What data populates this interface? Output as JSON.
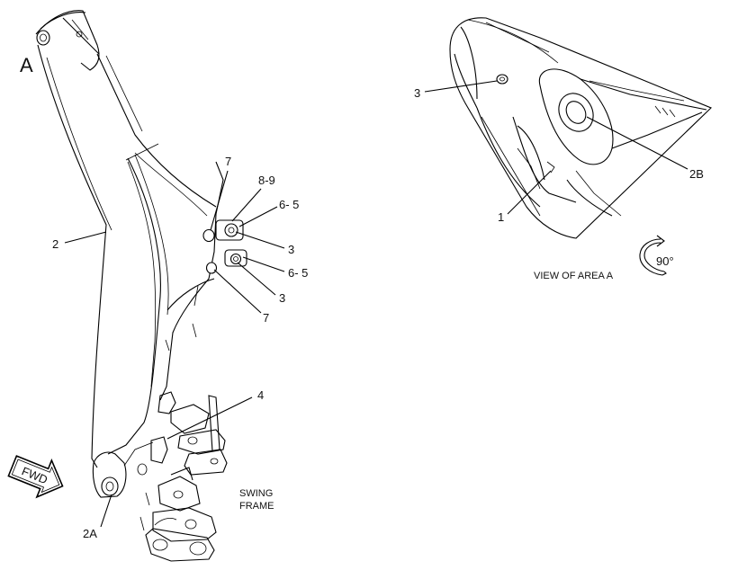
{
  "diagram": {
    "view_label": "A",
    "callouts": {
      "c_2": "2",
      "c_2a": "2A",
      "c_7_top": "7",
      "c_8_9": "8-9",
      "c_6_5_top": "6- 5",
      "c_3_top": "3",
      "c_6_5_bottom": "6- 5",
      "c_3_bottom": "3",
      "c_7_bottom": "7",
      "c_4": "4"
    },
    "swing_frame": [
      "SWING",
      "FRAME"
    ],
    "fwd_arrow": "FWD",
    "detail": {
      "c_3": "3",
      "c_2b": "2B",
      "c_1": "1",
      "caption": "VIEW OF AREA A",
      "rotation": "90°"
    },
    "icons": [
      "forward-arrow-icon",
      "rotate-arrow-icon"
    ]
  }
}
